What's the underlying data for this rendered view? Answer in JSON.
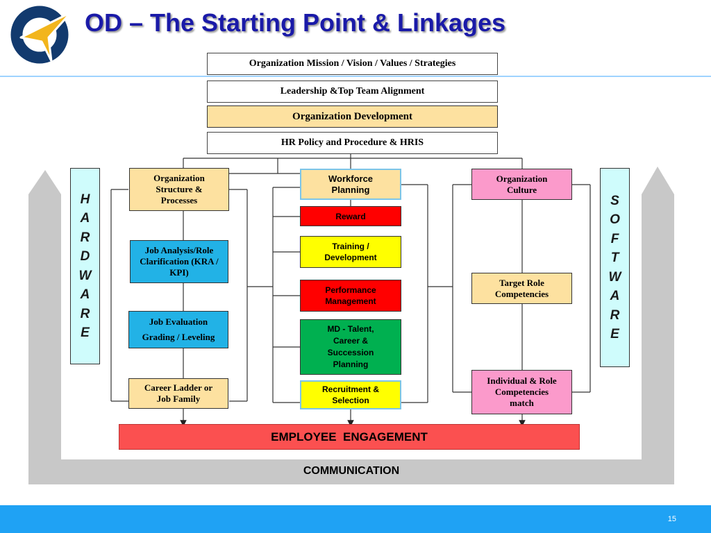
{
  "title": "OD – The Starting Point & Linkages",
  "top_stack": {
    "mission": "Organization Mission / Vision / Values / Strategies",
    "leadership": "Leadership &Top Team Alignment",
    "od": "Organization Development",
    "hr_policy": "HR Policy and Procedure & HRIS"
  },
  "hardware_letters": [
    "H",
    "A",
    "R",
    "D",
    "W",
    "A",
    "R",
    "E"
  ],
  "software_letters": [
    "S",
    "O",
    "F",
    "T",
    "W",
    "A",
    "R",
    "E"
  ],
  "left_column": {
    "org_structure": "Organization Structure & Processes",
    "job_analysis": "Job Analysis/Role Clarification (KRA / KPI)",
    "job_eval_line1": "Job Evaluation",
    "job_eval_line2": "Grading / Leveling",
    "career_ladder": "Career Ladder or Job Family"
  },
  "middle_column": {
    "workforce": "Workforce Planning",
    "reward": "Reward",
    "training": "Training / Development",
    "performance": "Performance Management",
    "md_talent": "MD - Talent, Career & Succession Planning",
    "recruitment": "Recruitment & Selection"
  },
  "right_column": {
    "org_culture": "Organization Culture",
    "target_role": "Target Role Competencies",
    "individual_role": "Individual & Role Competencies match"
  },
  "employee_engagement": "EMPLOYEE  ENGAGEMENT",
  "communication": "COMMUNICATION",
  "page_number": "15",
  "colors": {
    "title": "#1a1aa8",
    "tan": "#fde1a0",
    "blue": "#22b2e6",
    "pink": "#fb9acb",
    "yellow": "#ffff00",
    "red": "#ff0000",
    "green": "#00b050",
    "engagement": "#fb5050",
    "footer": "#1fa2f4",
    "frame": "#c8c8c8"
  }
}
